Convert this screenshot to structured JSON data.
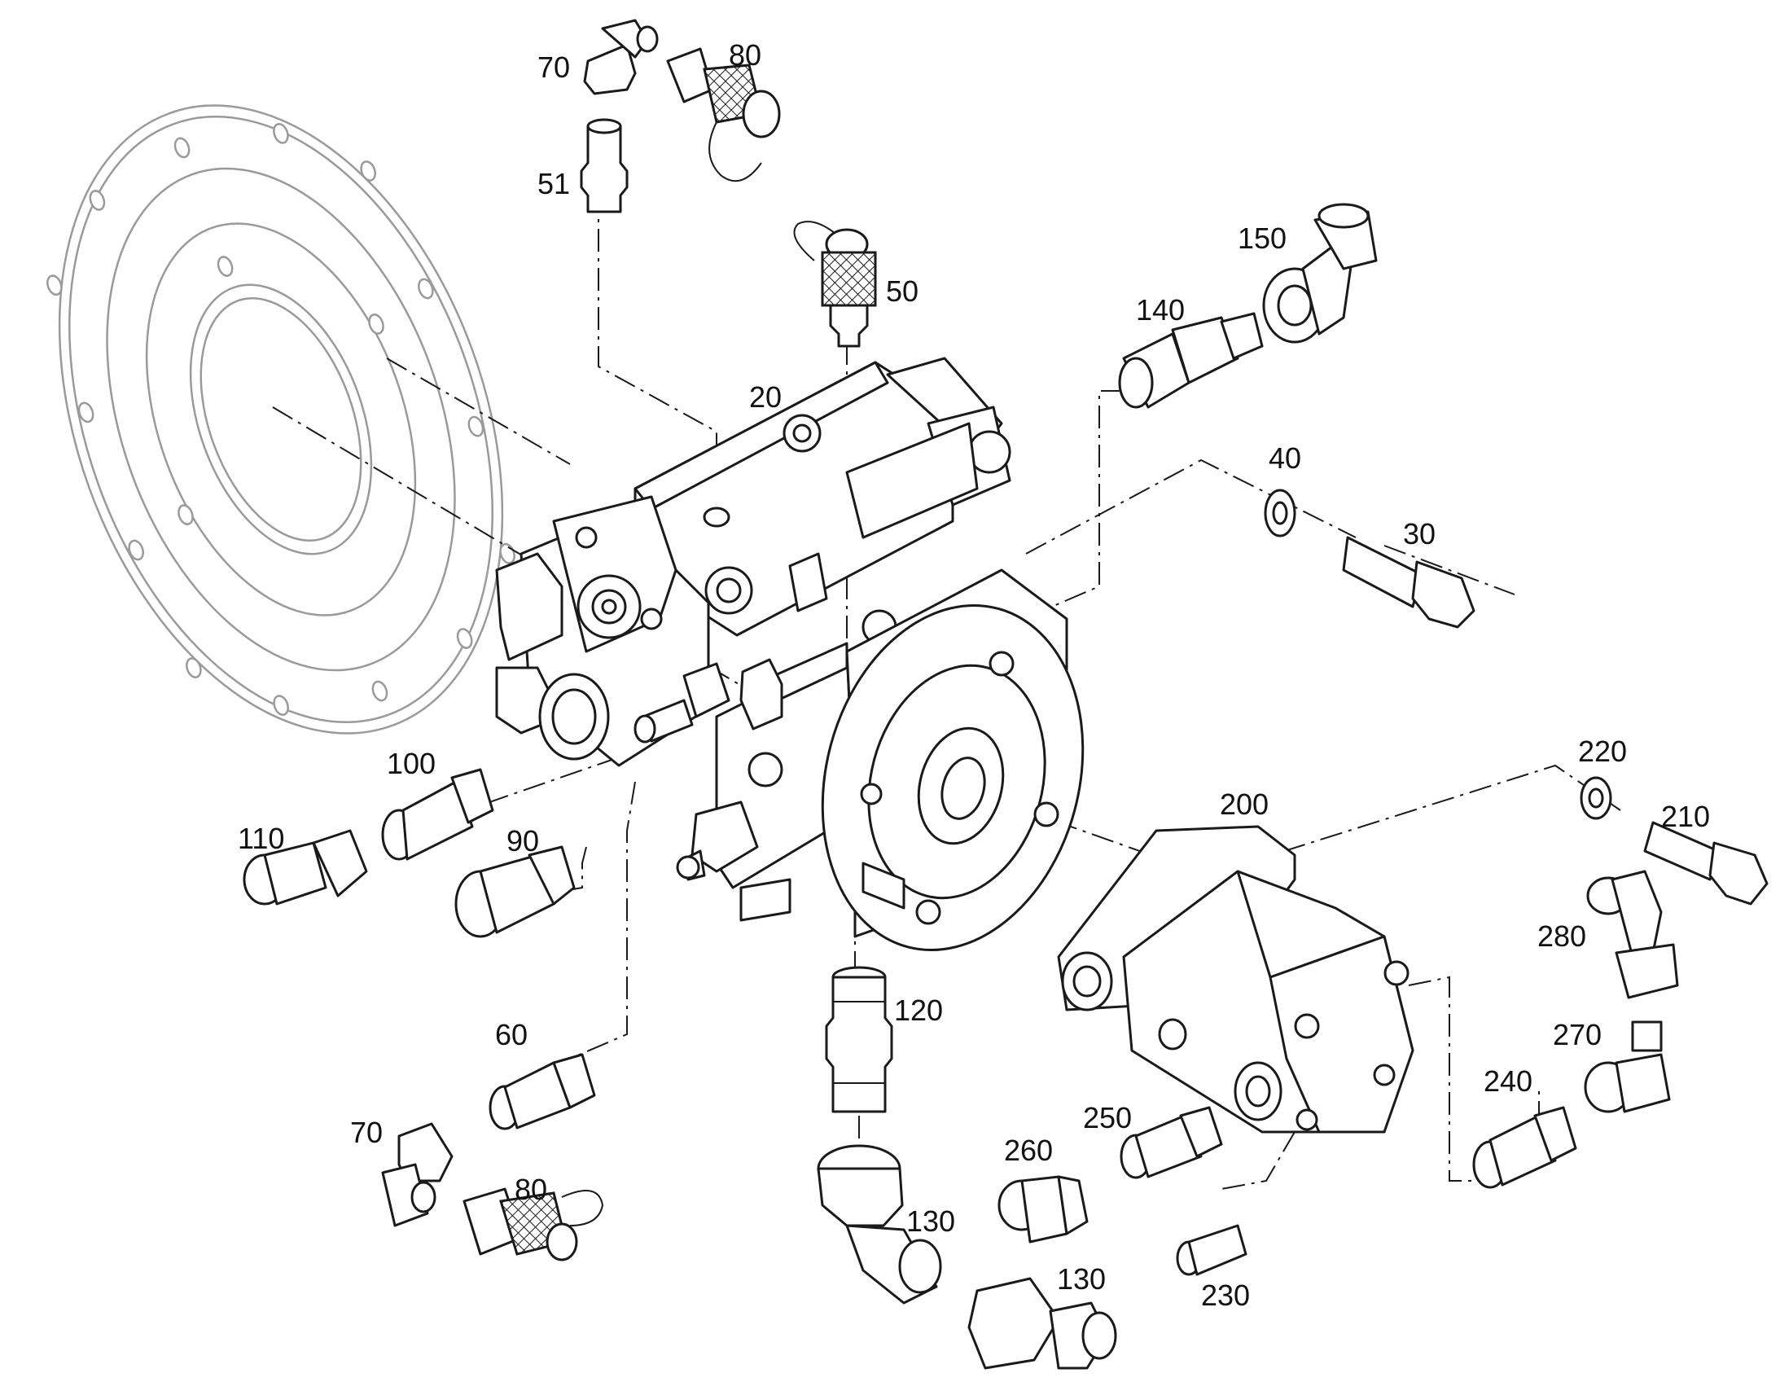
{
  "labels": {
    "c70a": "70",
    "c80a": "80",
    "c51": "51",
    "c50": "50",
    "c20": "20",
    "c150": "150",
    "c140": "140",
    "c40": "40",
    "c30": "30",
    "c100": "100",
    "c110": "110",
    "c90": "90",
    "c200": "200",
    "c220": "220",
    "c210": "210",
    "c280": "280",
    "c120": "120",
    "c60": "60",
    "c270": "270",
    "c240": "240",
    "c70b": "70",
    "c260": "260",
    "c250": "250",
    "c80b": "80",
    "c130a": "130",
    "c230": "230",
    "c130b": "130"
  }
}
